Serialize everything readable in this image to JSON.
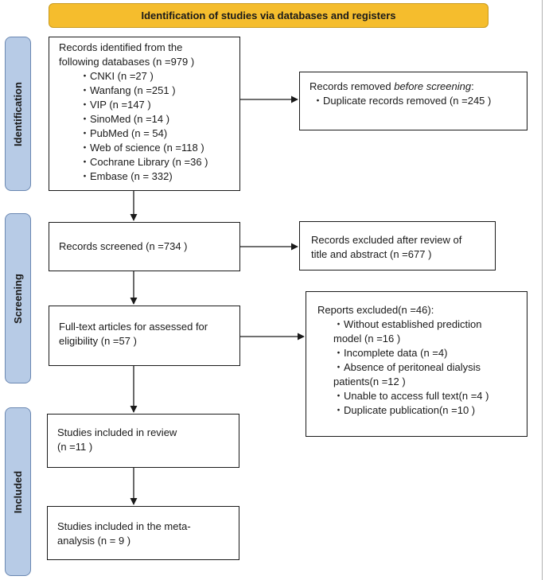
{
  "header": {
    "title": "Identification of studies via databases and registers"
  },
  "sidebars": {
    "identification": "Identification",
    "screening": "Screening",
    "included": "Included"
  },
  "boxes": {
    "records_identified": {
      "line1": "Records identified from the",
      "line2": "following databases (n =979 )",
      "items": [
        "・CNKI (n =27 )",
        "・Wanfang (n =251 )",
        "・VIP (n =147 )",
        "・SinoMed (n =14 )",
        "・PubMed (n = 54)",
        "・Web of science (n =118 )",
        "・Cochrane Library (n =36 )",
        "・Embase (n = 332)"
      ]
    },
    "records_removed": {
      "prefix": "Records removed ",
      "emphasis": "before screening",
      "suffix": ":",
      "item": "・Duplicate records removed  (n =245 )"
    },
    "records_screened": {
      "text": "Records screened  (n =734 )"
    },
    "records_excluded": {
      "line1": "Records excluded after review of",
      "line2": "title and abstract (n =677 )"
    },
    "fulltext_assessed": {
      "line1": "Full-text articles for assessed for",
      "line2": "eligibility (n =57 )"
    },
    "reports_excluded": {
      "title": "Reports excluded(n =46):",
      "lines": [
        "・Without established prediction",
        "model (n =16 )",
        "・Incomplete data (n =4)",
        "・Absence of peritoneal dialysis",
        "patients(n =12 )",
        "・Unable to access full text(n =4 )",
        "・Duplicate publication(n =10 )"
      ]
    },
    "studies_review": {
      "line1": "Studies included in review",
      "line2": "(n =11 )"
    },
    "studies_meta": {
      "line1": "Studies included in the meta-",
      "line2": "analysis (n = 9 )"
    }
  },
  "colors": {
    "header_fill": "#f5bd2d",
    "sidebar_fill": "#b7cbe6",
    "sidebar_border": "#6b88b2",
    "box_border": "#1a1a1a"
  }
}
